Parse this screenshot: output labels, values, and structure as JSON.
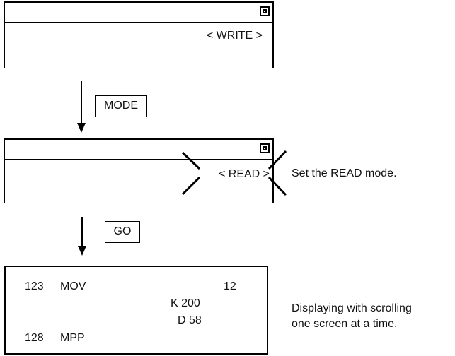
{
  "write_screen": {
    "mode_label": "< WRITE >"
  },
  "key_1": {
    "label": "MODE"
  },
  "read_screen": {
    "mode_label": "< READ >",
    "annotation": "Set the READ mode."
  },
  "key_2": {
    "label": "GO"
  },
  "list_screen": {
    "rows": [
      {
        "step": "123",
        "instruction": "MOV",
        "operand_1": "12",
        "operand_2": "K 200",
        "operand_3": "D 58"
      },
      {
        "step": "128",
        "instruction": "MPP"
      }
    ],
    "annotation_line_1": "Displaying with scrolling",
    "annotation_line_2": "one screen at a time."
  }
}
